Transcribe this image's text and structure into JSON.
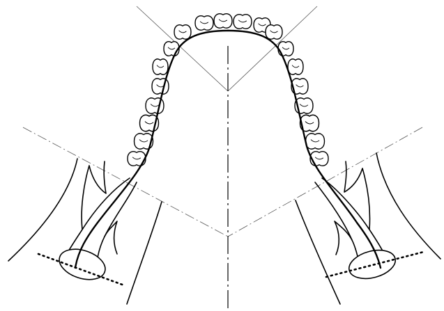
{
  "diagram": {
    "teeth": [
      "right-third-molar",
      "right-second-molar",
      "right-first-molar",
      "right-second-premolar",
      "right-first-premolar",
      "right-canine",
      "right-lateral-incisor",
      "right-central-incisor",
      "left-central-incisor",
      "left-lateral-incisor",
      "left-canine",
      "left-first-premolar",
      "left-second-premolar",
      "left-first-molar",
      "left-second-molar",
      "left-third-molar"
    ],
    "labels": []
  }
}
